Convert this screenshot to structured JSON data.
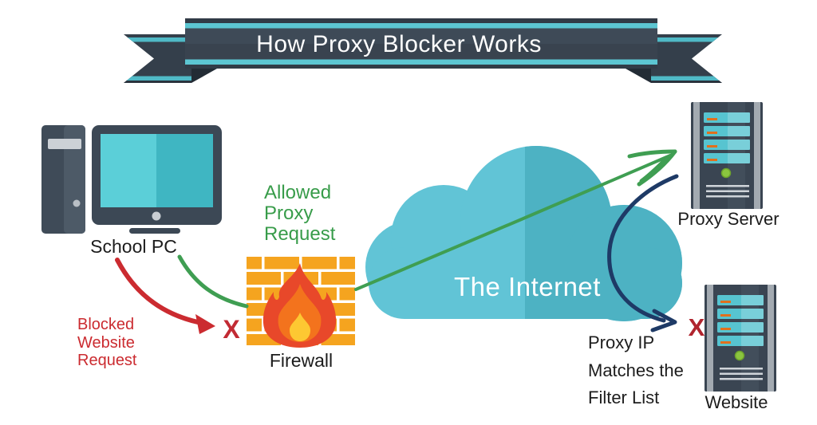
{
  "banner": {
    "title": "How Proxy Blocker Works"
  },
  "nodes": {
    "school_pc": {
      "label": "School PC"
    },
    "firewall": {
      "label": "Firewall"
    },
    "internet": {
      "label": "The Internet"
    },
    "proxy_server": {
      "label": "Proxy Server"
    },
    "website": {
      "label": "Website"
    }
  },
  "annotations": {
    "allowed_request": {
      "text": "Allowed\nProxy\nRequest",
      "color": "#389c4a"
    },
    "blocked_request": {
      "text": "Blocked\nWebsite\nRequest",
      "color": "#cb2b30"
    },
    "proxy_match": {
      "text": "Proxy IP\nMatches the\nFilter List",
      "color": "#1d1d1d"
    },
    "blocked_x": {
      "text": "X",
      "color": "#c22a33"
    },
    "website_x": {
      "text": "X",
      "color": "#b0242e"
    }
  },
  "colors": {
    "ribbon_slate": "#3e4a57",
    "ribbon_teal": "#5cc6d2",
    "cloud_light": "#61c4d6",
    "cloud_dark": "#4db2c3",
    "screen_teal": "#5bcfd8",
    "brick_orange": "#f5a41f",
    "flame_red": "#e8482a",
    "flame_orange": "#f3731d",
    "flame_yellow": "#fdc832",
    "allowed_green": "#389c4a",
    "blocked_red": "#cb2b30",
    "proxy_navy": "#1e3a66"
  }
}
